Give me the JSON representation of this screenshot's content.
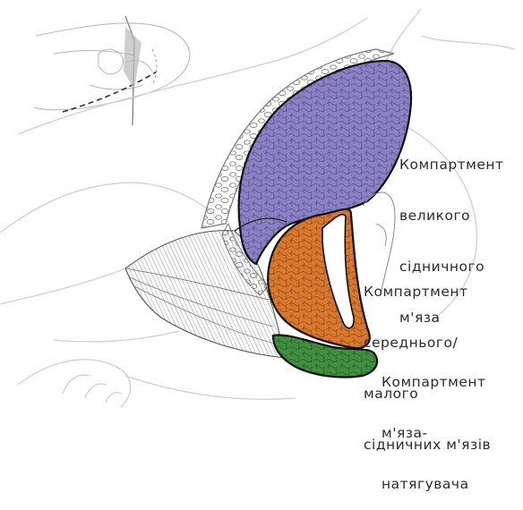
{
  "labels": {
    "gluteus_maximus": {
      "lines": [
        "Компартмент",
        "великого",
        "сідничного",
        "м'яза"
      ],
      "fill": "#8a80c6"
    },
    "gluteus_medius_minimus": {
      "lines": [
        "Компартмент",
        "середнього/",
        "малого",
        "сідничних м'язів"
      ],
      "fill": "#d9772e"
    },
    "tensor_fasciae_latae": {
      "lines": [
        "Компартмент",
        "м'яза-",
        "натягувача"
      ],
      "fill": "#3f8f3f"
    }
  }
}
